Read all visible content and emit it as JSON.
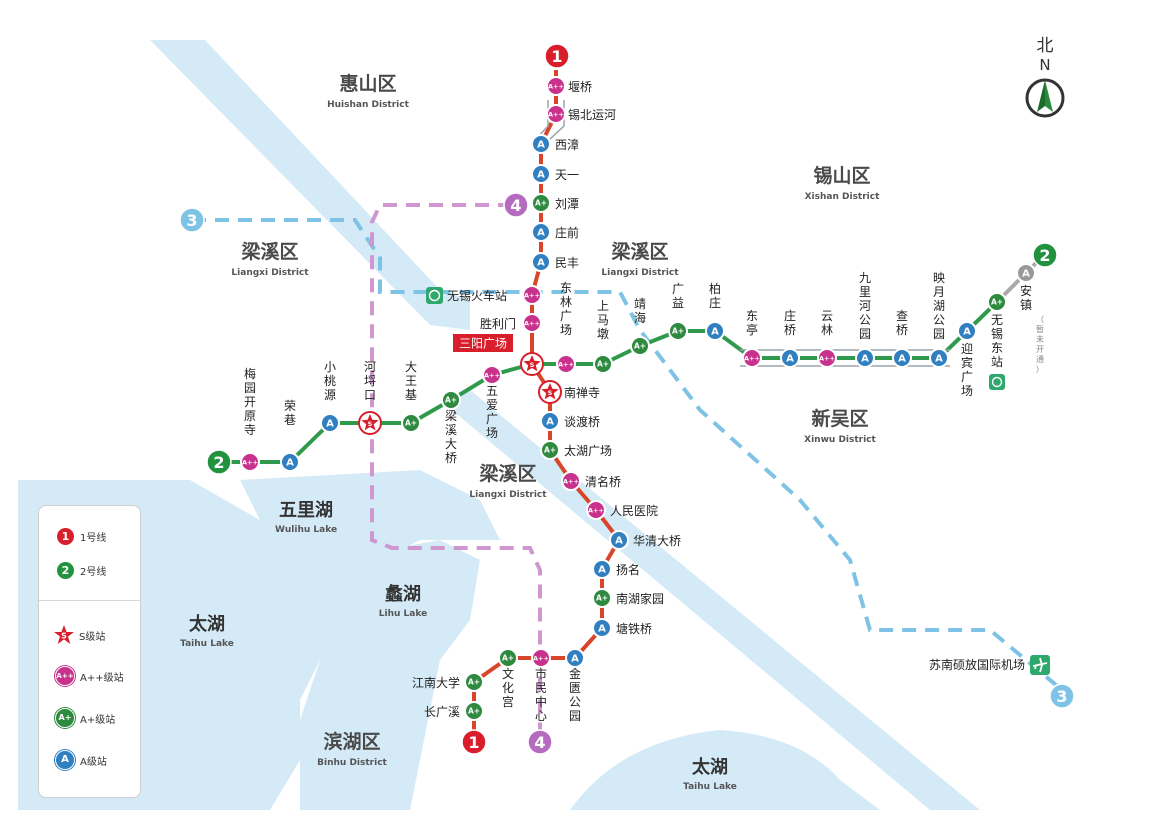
{
  "colors": {
    "line1": "#d9452b",
    "line2": "#2f9a4c",
    "line3": "#7ec3e6",
    "line4": "#cf96d0",
    "line1_badge": "#d81e2a",
    "line2_badge": "#23923f",
    "line4_badge": "#b56bbf",
    "gradeS": "#d81e2a",
    "gradeApp": "#c8328c",
    "gradeAp": "#2d8a3e",
    "gradeA": "#2f7fc1",
    "future": "#999999",
    "water": "#d5eaf7",
    "stationBadge": "#2fa86e",
    "sanyangBadge": "#d81e2a"
  },
  "compass": {
    "label_cn": "北",
    "label_en": "N"
  },
  "line_badges": [
    {
      "id": "l1-top",
      "text": "1",
      "line": "1"
    },
    {
      "id": "l1-bottom",
      "text": "1",
      "line": "1"
    },
    {
      "id": "l2-left",
      "text": "2",
      "line": "2"
    },
    {
      "id": "l2-right",
      "text": "2",
      "line": "2"
    },
    {
      "id": "l3-left",
      "text": "3",
      "line": "3"
    },
    {
      "id": "l3-right",
      "text": "3",
      "line": "3"
    },
    {
      "id": "l4-top",
      "text": "4",
      "line": "4"
    },
    {
      "id": "l4-bottom",
      "text": "4",
      "line": "4"
    }
  ],
  "districts": [
    {
      "cn": "惠山区",
      "en": "Huishan District"
    },
    {
      "cn": "锡山区",
      "en": "Xishan District"
    },
    {
      "cn": "梁溪区",
      "en": "Liangxi District"
    },
    {
      "cn": "梁溪区",
      "en": "Liangxi District"
    },
    {
      "cn": "梁溪区",
      "en": "Liangxi District"
    },
    {
      "cn": "新吴区",
      "en": "Xinwu District"
    },
    {
      "cn": "滨湖区",
      "en": "Binhu District"
    }
  ],
  "lakes": [
    {
      "cn": "五里湖",
      "en": "Wulihu Lake"
    },
    {
      "cn": "蠡湖",
      "en": "Lihu Lake"
    },
    {
      "cn": "太湖",
      "en": "Taihu Lake"
    },
    {
      "cn": "太湖",
      "en": "Taihu Lake"
    }
  ],
  "stations": [
    {
      "name": "堰桥",
      "grade": "A++"
    },
    {
      "name": "锡北运河",
      "grade": "A++"
    },
    {
      "name": "西漳",
      "grade": "A"
    },
    {
      "name": "天一",
      "grade": "A"
    },
    {
      "name": "刘潭",
      "grade": "A+"
    },
    {
      "name": "庄前",
      "grade": "A"
    },
    {
      "name": "民丰",
      "grade": "A"
    },
    {
      "name": "无锡火车站",
      "grade": "A++"
    },
    {
      "name": "胜利门",
      "grade": "A++"
    },
    {
      "name": "三阳广场",
      "grade": "S"
    },
    {
      "name": "南禅寺",
      "grade": "S"
    },
    {
      "name": "谈渡桥",
      "grade": "A"
    },
    {
      "name": "太湖广场",
      "grade": "A+"
    },
    {
      "name": "清名桥",
      "grade": "A++"
    },
    {
      "name": "人民医院",
      "grade": "A++"
    },
    {
      "name": "华清大桥",
      "grade": "A"
    },
    {
      "name": "扬名",
      "grade": "A"
    },
    {
      "name": "南湖家园",
      "grade": "A+"
    },
    {
      "name": "塘铁桥",
      "grade": "A"
    },
    {
      "name": "金匮公园",
      "grade": "A"
    },
    {
      "name": "市民中心",
      "grade": "A++"
    },
    {
      "name": "文化宫",
      "grade": "A+"
    },
    {
      "name": "江南大学",
      "grade": "A+"
    },
    {
      "name": "长广溪",
      "grade": "A+"
    },
    {
      "name": "梅园开原寺",
      "grade": "A++"
    },
    {
      "name": "荣巷",
      "grade": "A"
    },
    {
      "name": "小桃源",
      "grade": "A"
    },
    {
      "name": "河埒口",
      "grade": "S"
    },
    {
      "name": "大王基",
      "grade": "A+"
    },
    {
      "name": "梁溪大桥",
      "grade": "A+"
    },
    {
      "name": "五爱广场",
      "grade": "A++"
    },
    {
      "name": "东林广场",
      "grade": "A++"
    },
    {
      "name": "上马墩",
      "grade": "A+"
    },
    {
      "name": "靖海",
      "grade": "A+"
    },
    {
      "name": "广益",
      "grade": "A+"
    },
    {
      "name": "柏庄",
      "grade": "A"
    },
    {
      "name": "东亭",
      "grade": "A++"
    },
    {
      "name": "庄桥",
      "grade": "A"
    },
    {
      "name": "云林",
      "grade": "A++"
    },
    {
      "name": "九里河公园",
      "grade": "A"
    },
    {
      "name": "查桥",
      "grade": "A"
    },
    {
      "name": "映月湖公园",
      "grade": "A"
    },
    {
      "name": "迎宾广场",
      "grade": "A"
    },
    {
      "name": "无锡东站",
      "grade": "A+"
    },
    {
      "name": "安镇",
      "grade": "future"
    }
  ],
  "anzhen_note": "（暂未开通）",
  "sanyang_label": "三阳广场",
  "airport": "苏南硕放国际机场",
  "grade_labels": {
    "S": "S",
    "A++": "A++",
    "A+": "A+",
    "A": "A"
  },
  "legend": [
    {
      "icon": "1",
      "label": "1号线"
    },
    {
      "icon": "2",
      "label": "2号线"
    },
    {
      "icon": "S",
      "label": "S级站"
    },
    {
      "icon": "A++",
      "label": "A++级站"
    },
    {
      "icon": "A+",
      "label": "A+级站"
    },
    {
      "icon": "A",
      "label": "A级站"
    }
  ]
}
